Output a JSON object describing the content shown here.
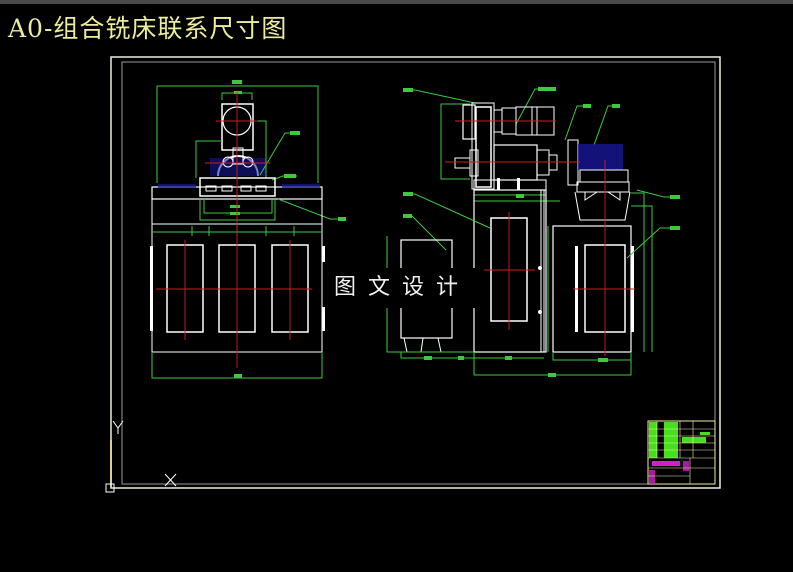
{
  "title": "A0-组合铣床联系尺寸图",
  "watermark": "图文设计",
  "colors": {
    "background": "#000000",
    "title": "#ecec9c",
    "outline": "#ffffff",
    "dimension": "#3ec83e",
    "centerline": "#d02020",
    "hidden": "#2020c8",
    "titleblock_green": "#44e01c",
    "titleblock_magenta": "#d020c8",
    "titleblock_lines": "#f0f0a0"
  },
  "ucs": {
    "x_label": "X",
    "y_label": "Y"
  },
  "views": [
    {
      "name": "front-view",
      "description": "three-spindle milling head on bed with three rectangular feet"
    },
    {
      "name": "side-view",
      "description": "power head with motor, slide, column and fixture base"
    }
  ],
  "title_block": {
    "position": "bottom-right"
  }
}
